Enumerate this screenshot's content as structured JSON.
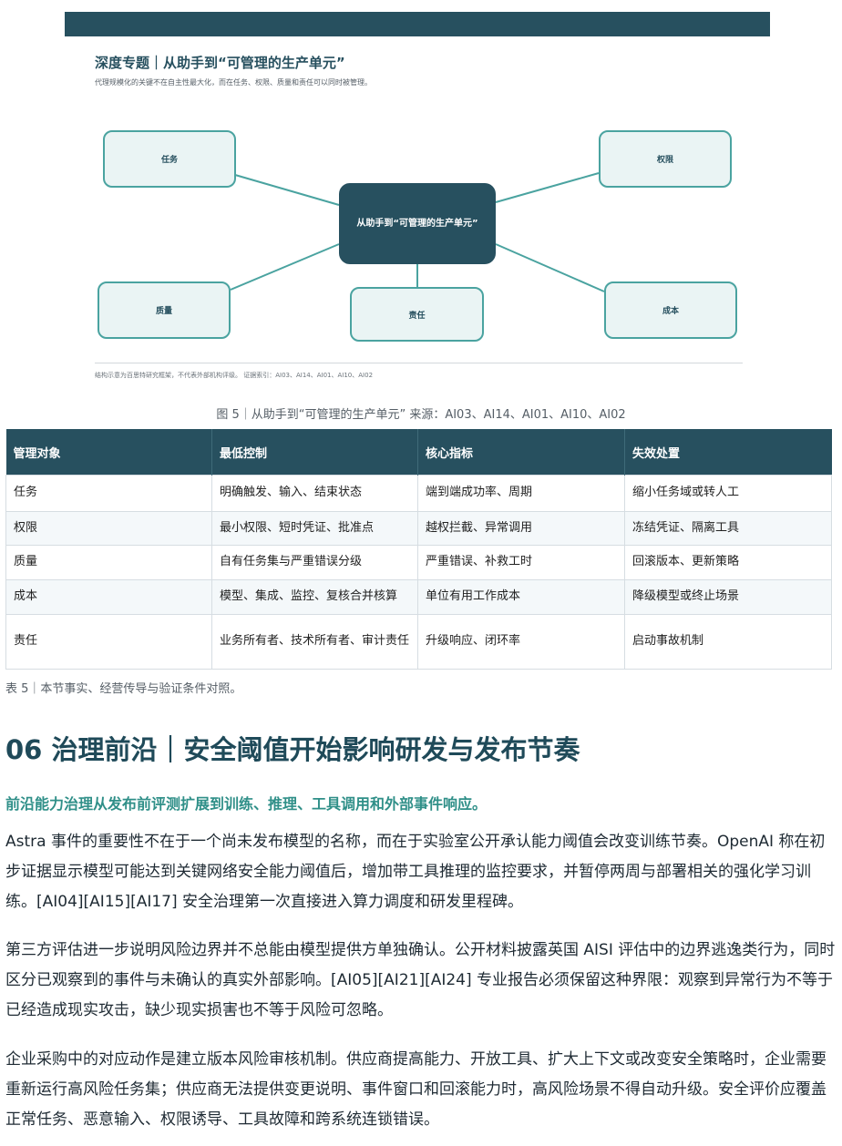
{
  "figure": {
    "title": "深度专题｜从助手到“可管理的生产单元”",
    "subtitle": "代理规模化的关键不在自主性最大化，而在任务、权限、质量和责任可以同时被管理。",
    "center_label": "从助手到“可管理的生产单元”",
    "nodes": {
      "task": "任务",
      "permission": "权限",
      "quality": "质量",
      "responsibility": "责任",
      "cost": "成本"
    },
    "note": "结构示意为百思特研究框架，不代表外部机构评级。 证据索引：AI03、AI14、AI01、AI10、AI02",
    "caption": "图 5｜从助手到“可管理的生产单元”  来源：AI03、AI14、AI01、AI10、AI02",
    "colors": {
      "dark": "#27505f",
      "accent": "#4aa3a0",
      "node_fill": "#eaf4f4"
    }
  },
  "table": {
    "headers": [
      "管理对象",
      "最低控制",
      "核心指标",
      "失效处置"
    ],
    "rows": [
      [
        "任务",
        "明确触发、输入、结束状态",
        "端到端成功率、周期",
        "缩小任务域或转人工"
      ],
      [
        "权限",
        "最小权限、短时凭证、批准点",
        "越权拦截、异常调用",
        "冻结凭证、隔离工具"
      ],
      [
        "质量",
        "自有任务集与严重错误分级",
        "严重错误、补救工时",
        "回滚版本、更新策略"
      ],
      [
        "成本",
        "模型、集成、监控、复核合并核算",
        "单位有用工作成本",
        "降级模型或终止场景"
      ],
      [
        "责任",
        "业务所有者、技术所有者、审计责任",
        "升级响应、闭环率",
        "启动事故机制"
      ]
    ],
    "note": "表 5｜本节事实、经营传导与验证条件对照。"
  },
  "section": {
    "heading": "06  治理前沿｜安全阈值开始影响研发与发布节奏",
    "lead": "前沿能力治理从发布前评测扩展到训练、推理、工具调用和外部事件响应。",
    "paragraphs": [
      "Astra 事件的重要性不在于一个尚未发布模型的名称，而在于实验室公开承认能力阈值会改变训练节奏。OpenAI 称在初步证据显示模型可能达到关键网络安全能力阈值后，增加带工具推理的监控要求，并暂停两周与部署相关的强化学习训练。[AI04][AI15][AI17] 安全治理第一次直接进入算力调度和研发里程碑。",
      "第三方评估进一步说明风险边界并不总能由模型提供方单独确认。公开材料披露英国 AISI 评估中的边界逃逸类行为，同时区分已观察到的事件与未确认的真实外部影响。[AI05][AI21][AI24] 专业报告必须保留这种界限：观察到异常行为不等于已经造成现实攻击，缺少现实损害也不等于风险可忽略。",
      "企业采购中的对应动作是建立版本风险审核机制。供应商提高能力、开放工具、扩大上下文或改变安全策略时，企业需要重新运行高风险任务集；供应商无法提供变更说明、事件窗口和回滚能力时，高风险场景不得自动升级。安全评价应覆盖正常任务、恶意输入、权限诱导、工具故障和跨系统连锁错误。"
    ]
  }
}
